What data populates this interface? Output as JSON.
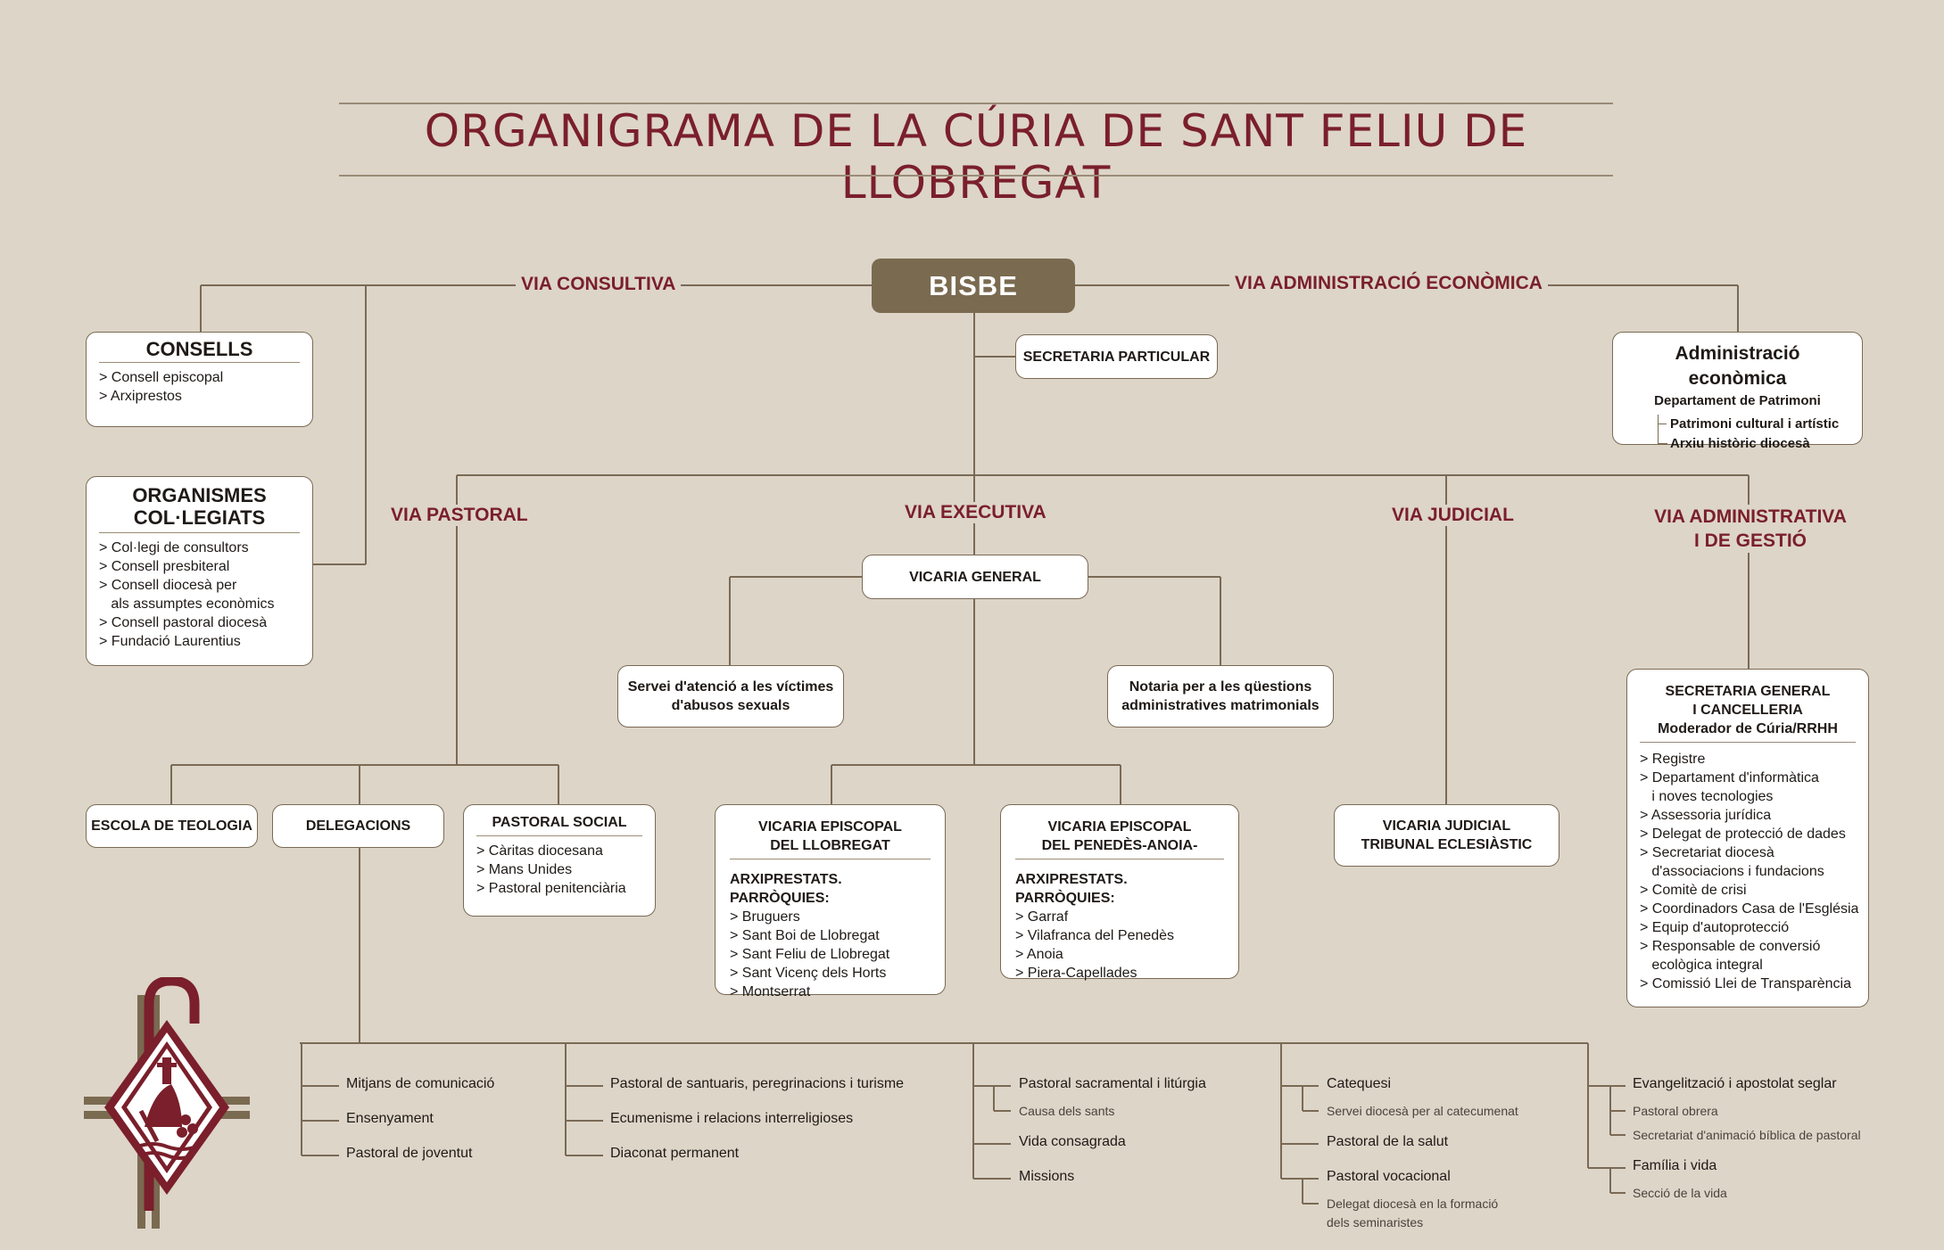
{
  "title": "ORGANIGRAMA DE LA CÚRIA DE SANT FELIU DE LLOBREGAT",
  "bisbe": "BISBE",
  "vias": {
    "consultiva": "VIA CONSULTIVA",
    "economica": "VIA ADMINISTRACIÓ ECONÒMICA",
    "pastoral": "VIA PASTORAL",
    "executiva": "VIA EXECUTIVA",
    "judicial": "VIA JUDICIAL",
    "administrativa_1": "VIA ADMINISTRATIVA",
    "administrativa_2": "I DE GESTIÓ"
  },
  "consells": {
    "title": "CONSELLS",
    "items": [
      "> Consell episcopal",
      "> Arxiprestos"
    ]
  },
  "organismes": {
    "title_1": "ORGANISMES",
    "title_2": "COL·LEGIATS",
    "items": [
      "> Col·legi de consultors",
      "> Consell presbiteral",
      "> Consell diocesà per",
      "   als assumptes econòmics",
      "> Consell pastoral diocesà",
      "> Fundació Laurentius"
    ]
  },
  "secretaria_particular": "SECRETARIA PARTICULAR",
  "administracio": {
    "title": "Administració econòmica",
    "dept": "Departament de Patrimoni",
    "items": [
      "Patrimoni cultural i artístic",
      "Arxiu històric diocesà"
    ]
  },
  "vicaria_general": "VICARIA GENERAL",
  "servei_victimes": {
    "line1": "Servei d'atenció a les víctimes",
    "line2": "d'abusos sexuals"
  },
  "notaria": {
    "line1": "Notaria per a les qüestions",
    "line2": "administratives matrimonials"
  },
  "escola_teologia": "ESCOLA DE TEOLOGIA",
  "delegacions": "DELEGACIONS",
  "pastoral_social": {
    "title": "PASTORAL SOCIAL",
    "items": [
      "> Càritas diocesana",
      "> Mans Unides",
      "> Pastoral penitenciària"
    ]
  },
  "vicaria_llobregat": {
    "title_1": "VICARIA EPISCOPAL",
    "title_2": "DEL LLOBREGAT",
    "subtitle": "ARXIPRESTATS. PARRÒQUIES:",
    "items": [
      "> Bruguers",
      "> Sant Boi de Llobregat",
      "> Sant Feliu de Llobregat",
      "> Sant Vicenç dels Horts",
      "> Montserrat"
    ]
  },
  "vicaria_penedes": {
    "title_1": "VICARIA EPISCOPAL",
    "title_2": "DEL PENEDÈS-ANOIA-",
    "subtitle": "ARXIPRESTATS. PARRÒQUIES:",
    "items": [
      "> Garraf",
      "> Vilafranca del Penedès",
      "> Anoia",
      "> Piera-Capellades"
    ]
  },
  "vicaria_judicial": {
    "line1": "VICARIA JUDICIAL",
    "line2": "TRIBUNAL ECLESIÀSTIC"
  },
  "secretaria_general": {
    "title_1": "SECRETARIA GENERAL",
    "title_2": "I CANCELLERIA",
    "title_3": "Moderador de Cúria/RRHH",
    "items": [
      "> Registre",
      "> Departament d'informàtica",
      "   i noves tecnologies",
      "> Assessoria jurídica",
      "> Delegat de protecció de dades",
      "> Secretariat diocesà",
      "   d'associacions i fundacions",
      "> Comitè de crisi",
      "> Coordinadors Casa de l'Església",
      "> Equip d'autoprotecció",
      "> Responsable de conversió",
      "   ecològica integral",
      "> Comissió Llei de Transparència"
    ]
  },
  "delegacions_list": {
    "col1": [
      "Mitjans de comunicació",
      "Ensenyament",
      "Pastoral de joventut"
    ],
    "col2": [
      "Pastoral de santuaris, peregrinacions i turisme",
      "Ecumenisme i relacions interreligioses",
      "Diaconat permanent"
    ],
    "col3": {
      "main1": "Pastoral sacramental i litúrgia",
      "sub1": "Causa dels sants",
      "main2": "Vida consagrada",
      "main3": "Missions"
    },
    "col4": {
      "main1": "Catequesi",
      "sub1": "Servei diocesà per al catecumenat",
      "main2": "Pastoral de la salut",
      "main3": "Pastoral vocacional",
      "sub3a": "Delegat diocesà en la formació",
      "sub3b": "dels seminaristes"
    },
    "col5": {
      "main1": "Evangelització i apostolat seglar",
      "sub1a": "Pastoral obrera",
      "sub1b": "Secretariat d'animació bíblica de pastoral",
      "main2": "Família i vida",
      "sub2": "Secció de la vida"
    }
  },
  "colors": {
    "accent": "#7a1f2b",
    "line": "#7a6a55",
    "background": "#ddd5c8",
    "bisbe": "#7a6a50"
  },
  "logo_icon": "diocese-emblem-icon"
}
